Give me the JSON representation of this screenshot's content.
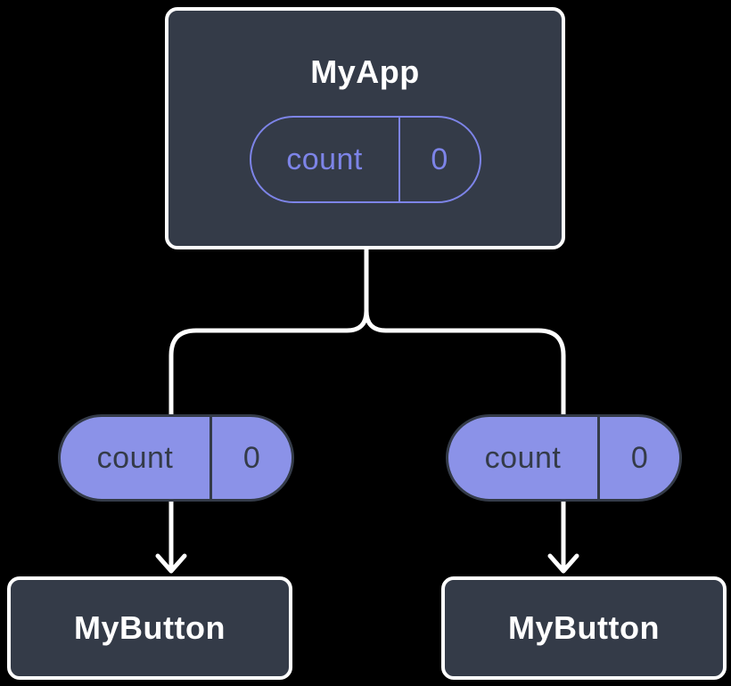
{
  "diagram": {
    "type": "component-tree",
    "colors": {
      "background": "#000000",
      "node_fill": "#343B48",
      "node_border": "#FFFFFF",
      "node_text": "#FFFFFF",
      "state_purple": "#7D84E8",
      "prop_pill_fill": "#8B92E8",
      "prop_pill_text": "#343B48",
      "connector": "#FFFFFF"
    },
    "root": {
      "title": "MyApp",
      "state": {
        "name": "count",
        "value": "0"
      }
    },
    "children": [
      {
        "title": "MyButton",
        "prop": {
          "name": "count",
          "value": "0"
        }
      },
      {
        "title": "MyButton",
        "prop": {
          "name": "count",
          "value": "0"
        }
      }
    ]
  }
}
